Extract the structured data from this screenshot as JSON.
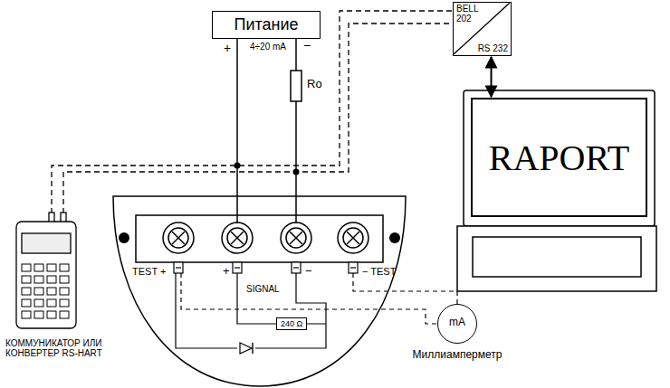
{
  "diagram": {
    "nodes": [
      {
        "text": [
          "Питание"
        ]
      },
      {
        "text": [
          "BELL 202",
          "RS 232"
        ]
      },
      {
        "text": [
          "RAPORT"
        ]
      },
      {
        "text": [
          "240 Ω"
        ]
      },
      {
        "text": [
          "mA",
          "Миллиамперметр"
        ]
      }
    ],
    "edges": [
      {
        "from": 2,
        "to": 1,
        "arrow": "both"
      }
    ],
    "labels": [
      "+",
      "4÷20 mA",
      "−",
      "Ro",
      "TEST +",
      "+",
      "SIGNAL",
      "−",
      "− TEST",
      "КОММУНИКАТОР ИЛИ КОНВЕРТЕР RS-HART"
    ]
  }
}
